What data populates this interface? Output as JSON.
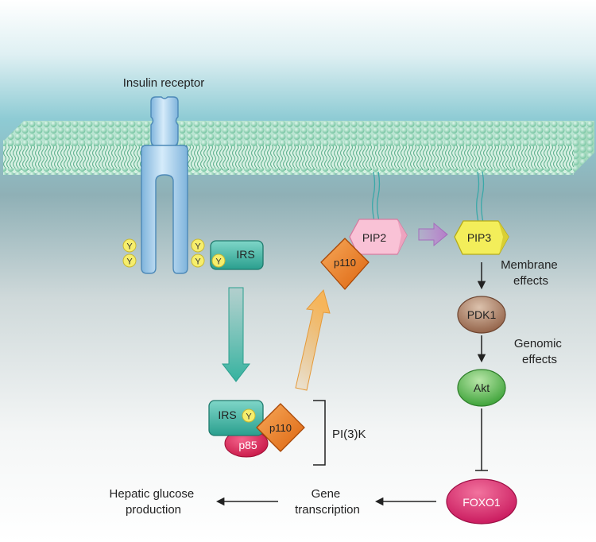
{
  "receptor": {
    "label": "Insulin receptor"
  },
  "tyrosine": "Y",
  "nodes": {
    "irs_top": "IRS",
    "irs_complex": "IRS",
    "p85": "p85",
    "p110_complex": "p110",
    "p110_top": "p110",
    "pip2": "PIP2",
    "pip3": "PIP3",
    "pdk1": "PDK1",
    "akt": "Akt",
    "foxo1": "FOXO1"
  },
  "labels": {
    "pi3k": "PI(3)K",
    "membrane_effects": [
      "Membrane",
      "effects"
    ],
    "genomic_effects": [
      "Genomic",
      "effects"
    ],
    "gene_transcription": [
      "Gene",
      "transcription"
    ],
    "hepatic_glucose": [
      "Hepatic glucose",
      "production"
    ]
  },
  "colors": {
    "receptor": "#a8d0ee",
    "irs": "#3cb8a6",
    "p110": "#ef7a1e",
    "p85": "#dc2a5a",
    "pip2": "#f9c2d6",
    "pip3": "#f3ee5a",
    "pdk1": "#a7765a",
    "akt": "#5dbf56",
    "foxo1": "#e0286a",
    "tyrosine": "#f6ee6c",
    "membrane": "#9fdcc0"
  }
}
